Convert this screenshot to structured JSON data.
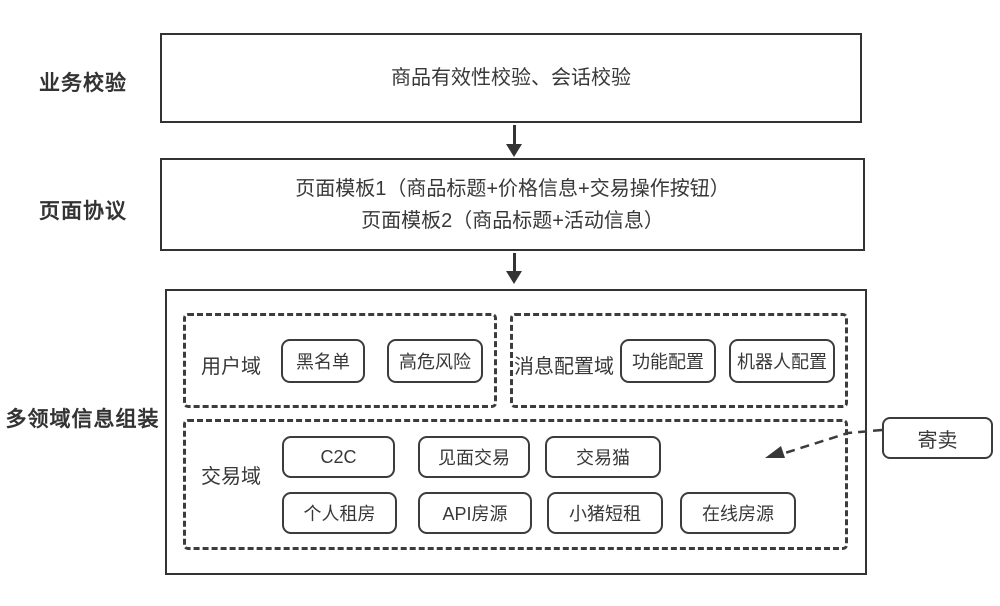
{
  "labels": {
    "business": "业务校验",
    "protocol": "页面协议",
    "assembly": "多领域信息组装"
  },
  "box1": {
    "text": "商品有效性校验、会话校验"
  },
  "box2": {
    "line1": "页面模板1（商品标题+价格信息+交易操作按钮）",
    "line2": "页面模板2（商品标题+活动信息）"
  },
  "domains": {
    "user": {
      "label": "用户域",
      "items": [
        "黑名单",
        "高危风险"
      ]
    },
    "message": {
      "label": "消息配置域",
      "items": [
        "功能配置",
        "机器人配置"
      ]
    },
    "trade": {
      "label": "交易域",
      "row1": [
        "C2C",
        "见面交易",
        "交易猫"
      ],
      "row2": [
        "个人租房",
        "API房源",
        "小猪短租",
        "在线房源"
      ]
    }
  },
  "consignment": {
    "label": "寄卖"
  },
  "colors": {
    "stroke": "#333333",
    "dashed_stroke": "#3c3c3c",
    "text": "#383838",
    "background": "#ffffff"
  }
}
